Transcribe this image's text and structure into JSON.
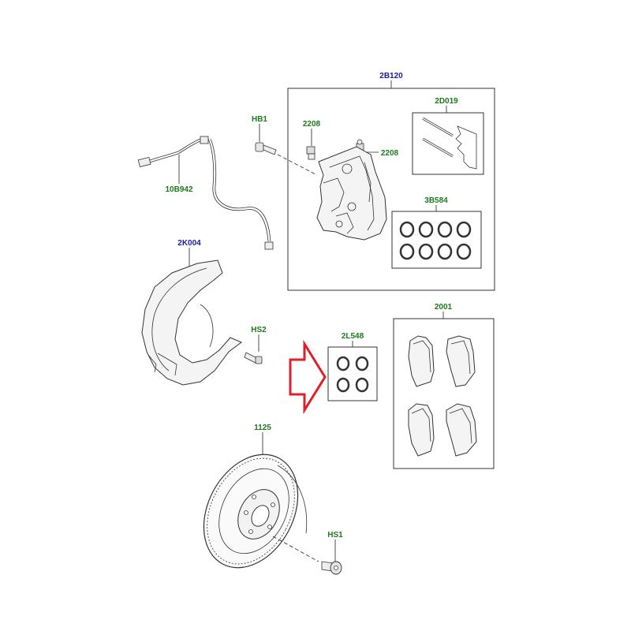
{
  "colors": {
    "label_blue": "#1a1aa6",
    "label_green": "#1c7a1c",
    "arrow_red": "#e01f26",
    "line": "#222222"
  },
  "labels": {
    "caliper_assembly": "2B120",
    "pin_kit": "2D019",
    "bleed_valve_left": "2208",
    "bleed_valve_right": "2208",
    "bolt_hb1": "HB1",
    "seal_kit_3b584": "3B584",
    "wear_sensor": "10B942",
    "splash_shield": "2K004",
    "screw_hs2": "HS2",
    "seal_kit_2l548": "2L548",
    "pad_set": "2001",
    "brake_disc": "1125",
    "screw_hs1": "HS1"
  },
  "icons": {
    "highlight_arrow": "arrow-right-outline-icon"
  }
}
